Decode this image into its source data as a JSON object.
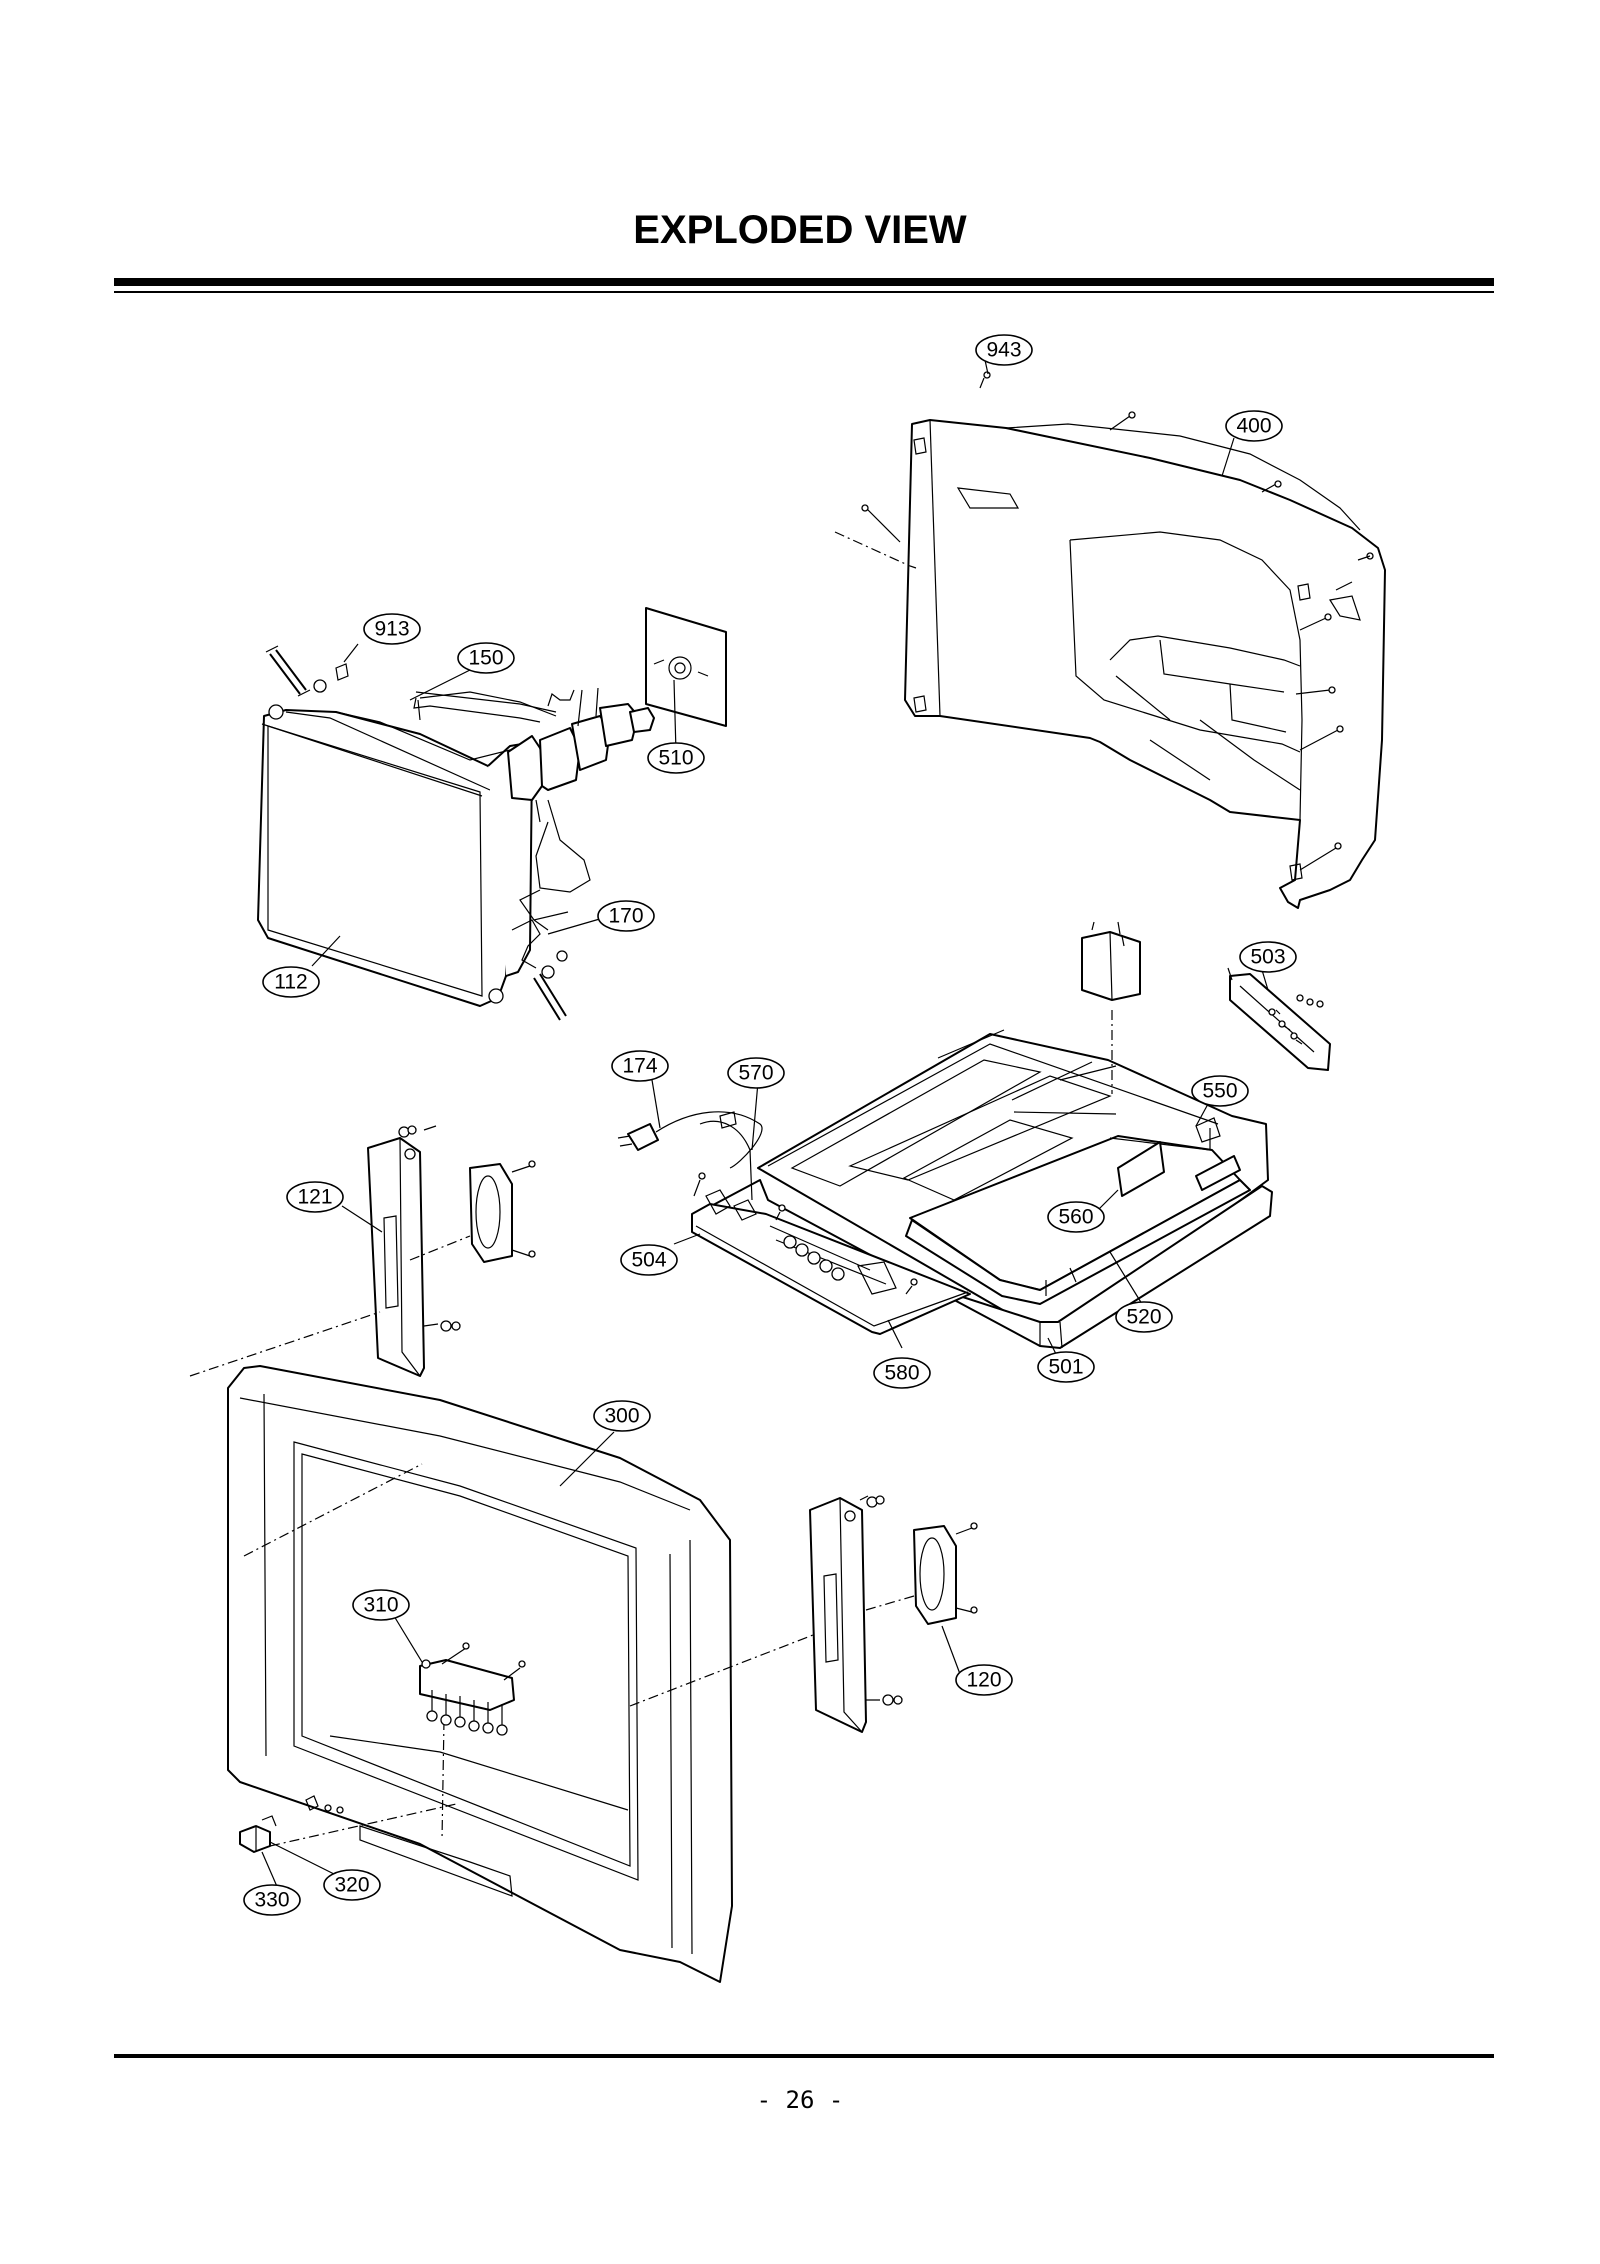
{
  "title": "EXPLODED VIEW",
  "page_number": "- 26 -",
  "parts": [
    {
      "id": "p943",
      "label": "943"
    },
    {
      "id": "p400",
      "label": "400"
    },
    {
      "id": "p913",
      "label": "913"
    },
    {
      "id": "p150",
      "label": "150"
    },
    {
      "id": "p510",
      "label": "510"
    },
    {
      "id": "p170",
      "label": "170"
    },
    {
      "id": "p112",
      "label": "112"
    },
    {
      "id": "p503",
      "label": "503"
    },
    {
      "id": "p174",
      "label": "174"
    },
    {
      "id": "p570",
      "label": "570"
    },
    {
      "id": "p550",
      "label": "550"
    },
    {
      "id": "p121",
      "label": "121"
    },
    {
      "id": "p560",
      "label": "560"
    },
    {
      "id": "p504",
      "label": "504"
    },
    {
      "id": "p520",
      "label": "520"
    },
    {
      "id": "p580",
      "label": "580"
    },
    {
      "id": "p501",
      "label": "501"
    },
    {
      "id": "p300",
      "label": "300"
    },
    {
      "id": "p310",
      "label": "310"
    },
    {
      "id": "p120",
      "label": "120"
    },
    {
      "id": "p320",
      "label": "320"
    },
    {
      "id": "p330",
      "label": "330"
    }
  ]
}
